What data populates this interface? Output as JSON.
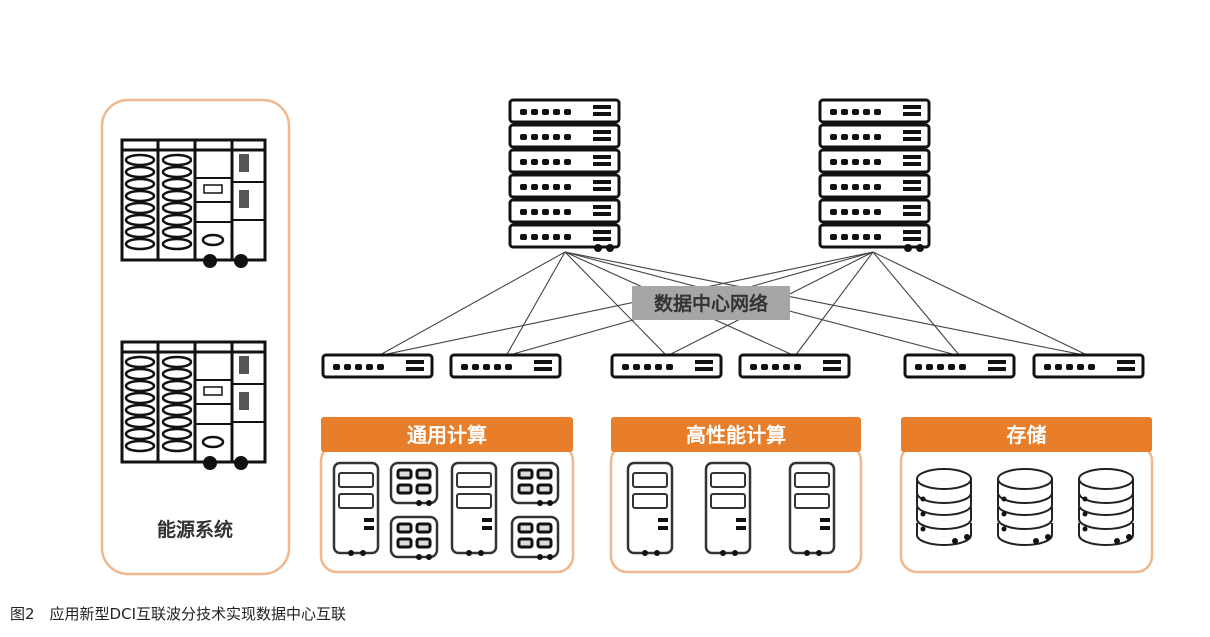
{
  "energy": {
    "label": "能源系统"
  },
  "network": {
    "label": "数据中心网络"
  },
  "groups": [
    {
      "label": "通用计算"
    },
    {
      "label": "高性能计算"
    },
    {
      "label": "存储"
    }
  ],
  "caption": "图2　应用新型DCI互联波分技术实现数据中心互联",
  "colors": {
    "accent": "#e87d2a",
    "border": "#f0b88e",
    "network_box": "#a6a6a6"
  }
}
